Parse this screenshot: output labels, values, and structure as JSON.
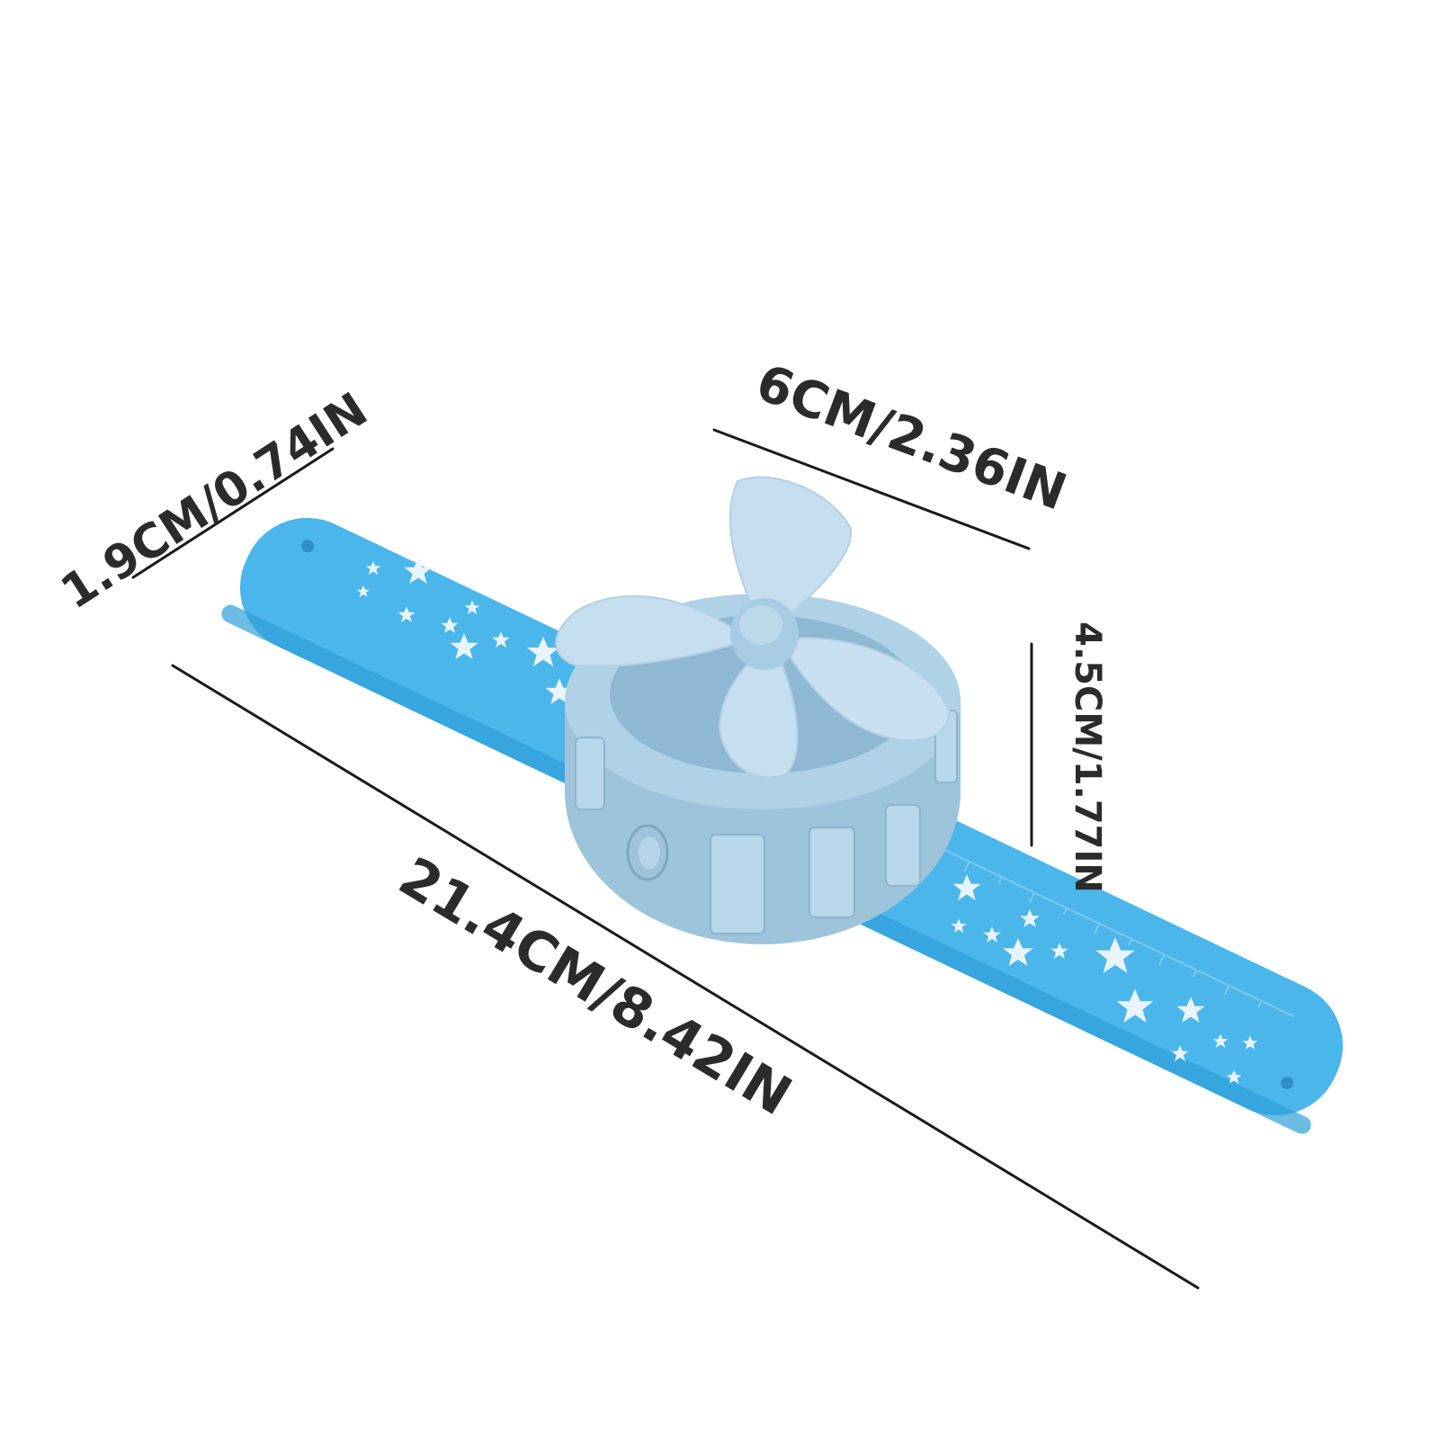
{
  "dimensions": {
    "strap_width": "1.9CM/0.74IN",
    "fan_width": "6CM/2.36IN",
    "fan_height": "4.5CM/1.77IN",
    "total_length": "21.4CM/8.42IN"
  },
  "colors": {
    "text": "#2b2b2b",
    "line": "#1a1a1a",
    "strap": "#4ab6ea",
    "strap_dark": "#2f9fd8",
    "fan_body": "#a9cde3",
    "fan_body_dark": "#8fb8d2",
    "blade": "#c5def0",
    "star": "#e8f3fb"
  }
}
